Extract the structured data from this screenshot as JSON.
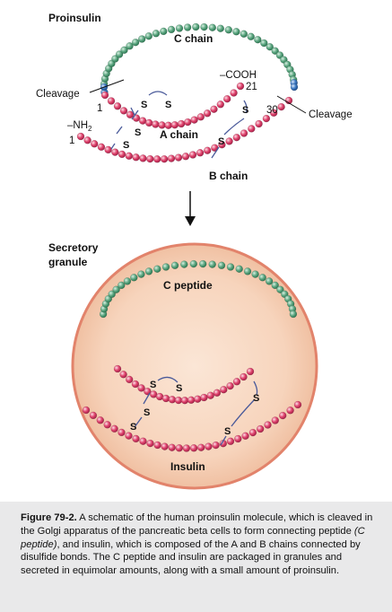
{
  "labels": {
    "proinsulin": "Proinsulin",
    "c_chain": "C chain",
    "cooh": "–COOH",
    "num_21": "21",
    "cleavage_left": "Cleavage",
    "cleavage_right": "Cleavage",
    "num_1_a": "1",
    "num_30": "30",
    "nh2": "–NH",
    "nh2_sub": "2",
    "num_1_b": "1",
    "a_chain": "A chain",
    "b_chain": "B chain",
    "secretory_granule_line1": "Secretory",
    "secretory_granule_line2": "granule",
    "c_peptide": "C peptide",
    "insulin": "Insulin",
    "sulfur": "S"
  },
  "caption": {
    "figure_label": "Figure 79-2.",
    "text_part1": " A schematic of the human proinsulin molecule, which is cleaved in the Golgi apparatus of the pancreatic beta cells to form connecting peptide ",
    "c_peptide_italic": "(C peptide)",
    "text_part2": ", and insulin, which is composed of the A and B chains connected by disulfide bonds. The C peptide and insulin are packaged in granules and secreted in equimolar amounts, along with a small amount of proinsulin."
  },
  "colors": {
    "c_chain_bead": "#5fa883",
    "a_b_chain_bead": "#e0456e",
    "cleavage_bead": "#3f7cc4",
    "granule_fill": "#f7d4bc",
    "granule_stroke": "#e2836b",
    "caption_background": "#e9e9ea"
  }
}
